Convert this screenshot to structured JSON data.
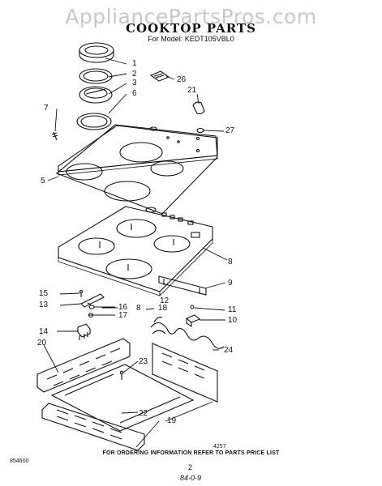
{
  "watermark": "AppliancePartsPros.com",
  "header": {
    "title": "COOKTOP PARTS",
    "model": "For Model: KEDT105VBL0"
  },
  "footer": {
    "drawing_no": "4257",
    "note": "FOR ORDERING INFORMATION REFER TO PARTS PRICE LIST",
    "page_no": "2",
    "left_code": "854600",
    "right_code": "84-0-9"
  },
  "callouts": {
    "c1": "1",
    "c2": "2",
    "c3": "3",
    "c4": "6",
    "c5": "7",
    "c6": "5",
    "c7": "26",
    "c8": "21",
    "c9": "27",
    "c10": "8",
    "c11": "9",
    "c12": "15",
    "c13": "13",
    "c14": "12",
    "c15": "16",
    "c16": "17",
    "c17": "8",
    "c18": "18",
    "c19": "11",
    "c20": "10",
    "c21": "14",
    "c22": "20",
    "c23": "23",
    "c24": "24",
    "c25": "22",
    "c26": "19"
  }
}
